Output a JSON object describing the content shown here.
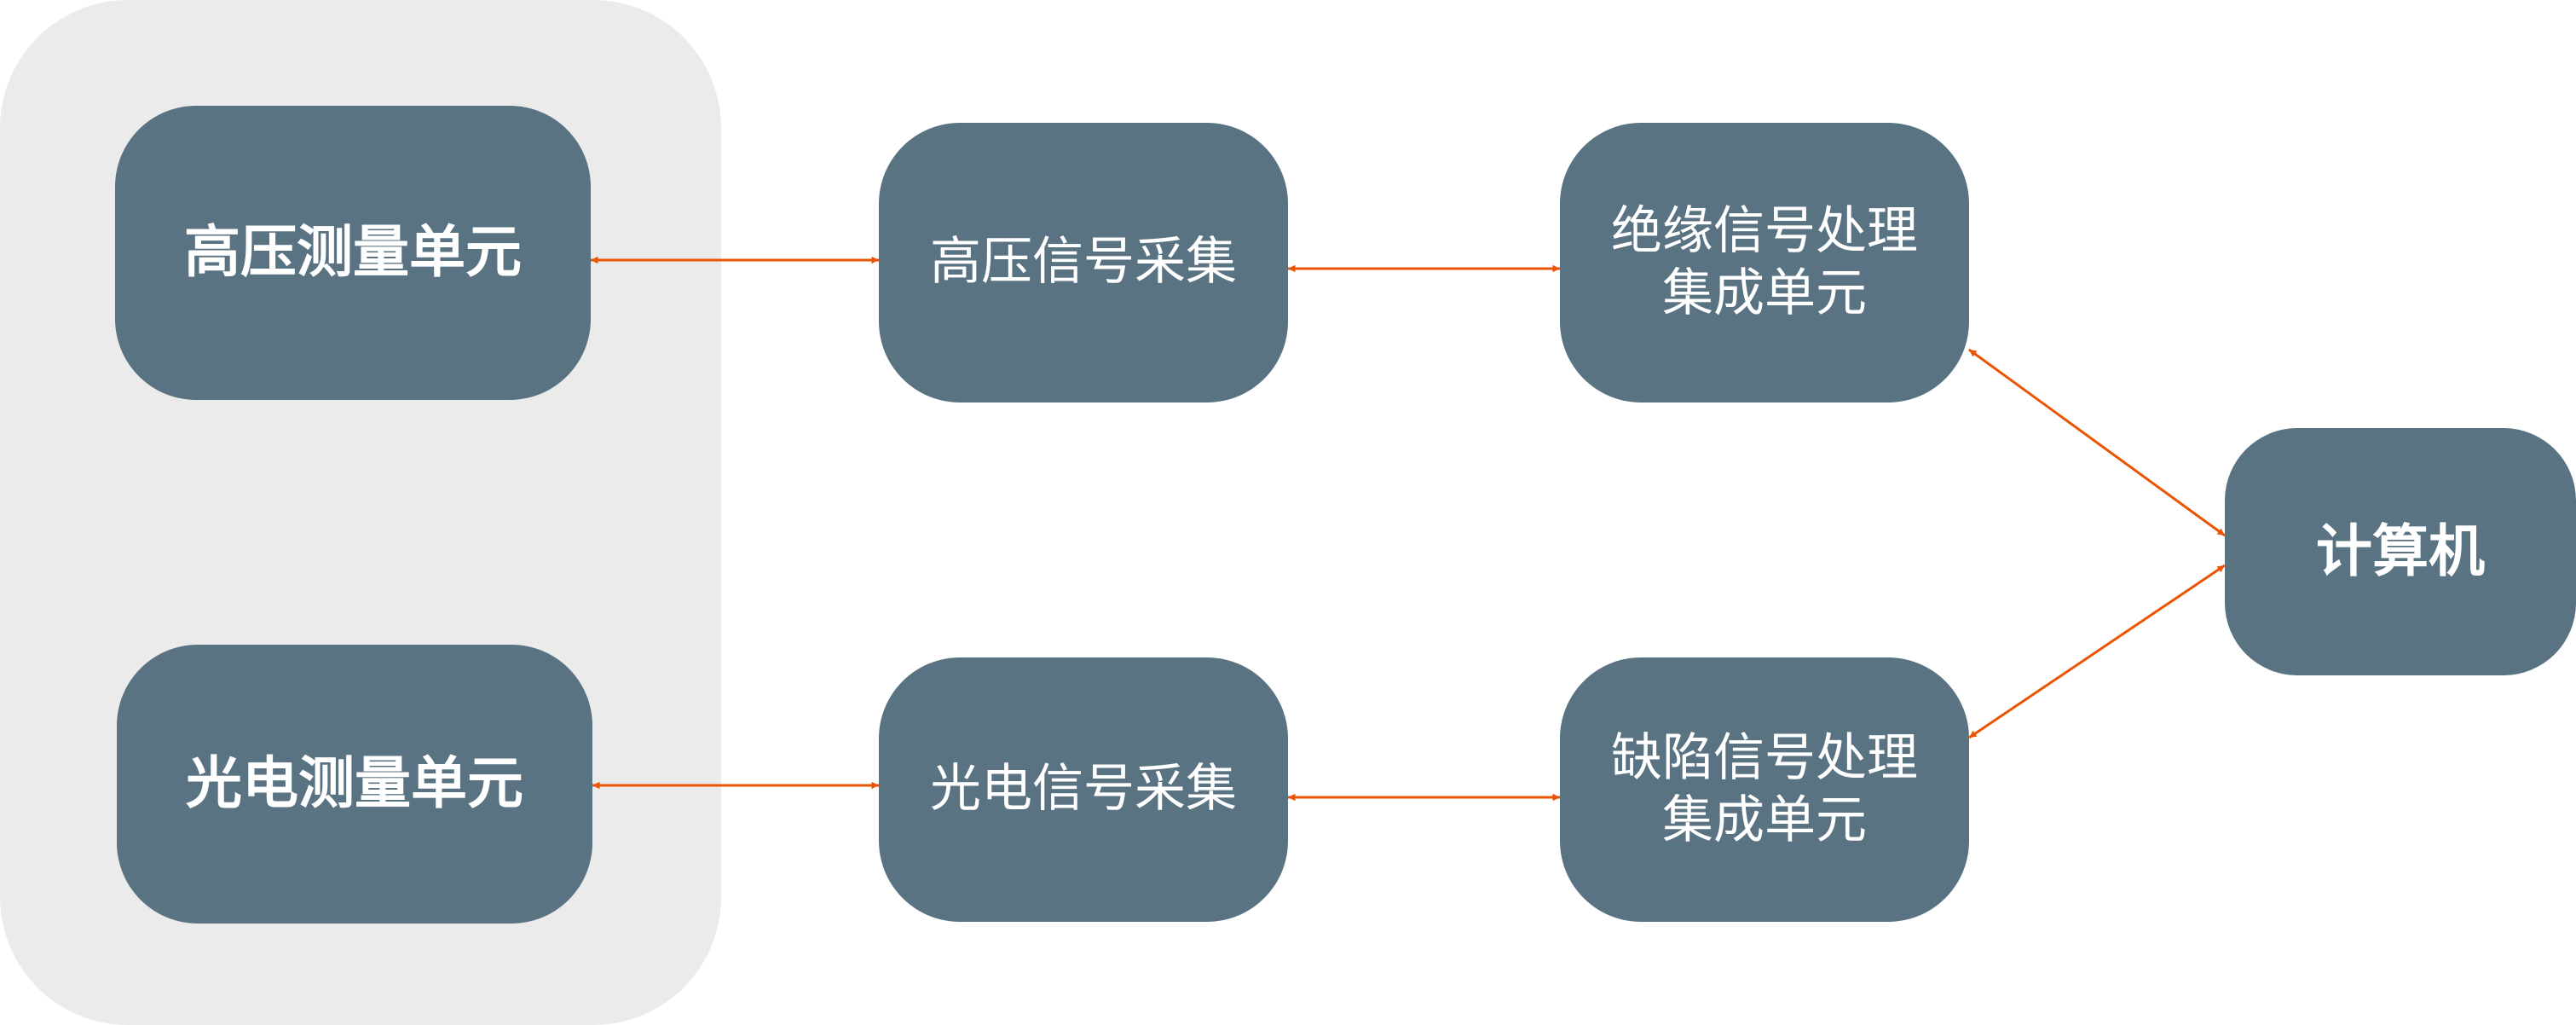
{
  "colors": {
    "group_background": "#ebebeb",
    "node_fill": "#597383",
    "node_text": "#ffffff",
    "arrow": "#ea5504"
  },
  "group": {
    "label": ""
  },
  "nodes": {
    "hv_measure": {
      "lines": [
        "高压测量单元"
      ]
    },
    "pe_measure": {
      "lines": [
        "光电测量单元"
      ]
    },
    "hv_collect": {
      "lines": [
        "高压信号采集"
      ]
    },
    "pe_collect": {
      "lines": [
        "光电信号采集"
      ]
    },
    "ins_proc": {
      "lines": [
        "绝缘信号处理",
        "集成单元"
      ]
    },
    "def_proc": {
      "lines": [
        "缺陷信号处理",
        "集成单元"
      ]
    },
    "computer": {
      "lines": [
        "计算机"
      ]
    }
  },
  "edges": [
    {
      "from": "hv_measure",
      "to": "hv_collect",
      "direction": "both"
    },
    {
      "from": "hv_collect",
      "to": "ins_proc",
      "direction": "both"
    },
    {
      "from": "ins_proc",
      "to": "computer",
      "direction": "both"
    },
    {
      "from": "pe_measure",
      "to": "pe_collect",
      "direction": "both"
    },
    {
      "from": "pe_collect",
      "to": "def_proc",
      "direction": "both"
    },
    {
      "from": "def_proc",
      "to": "computer",
      "direction": "both"
    }
  ]
}
